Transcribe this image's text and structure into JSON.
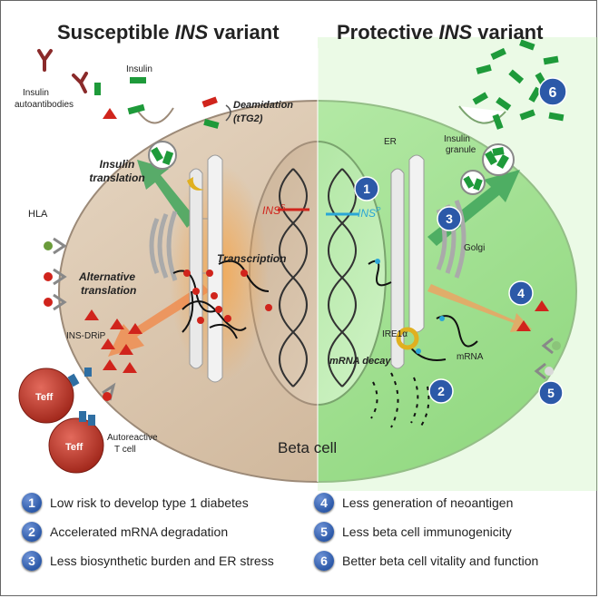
{
  "titles": {
    "left_prefix": "Susceptible ",
    "left_gene": "INS",
    "left_suffix": " variant",
    "right_prefix": "Protective ",
    "right_gene": "INS",
    "right_suffix": " variant"
  },
  "labels": {
    "insulin": "Insulin",
    "insulin_autoantibodies_1": "Insulin",
    "insulin_autoantibodies_2": "autoantibodies",
    "deamidation_1": "Deamidation",
    "deamidation_2": "(tTG2)",
    "insulin_translation_1": "Insulin",
    "insulin_translation_2": "translation",
    "hla": "HLA",
    "alternative_translation_1": "Alternative",
    "alternative_translation_2": "translation",
    "transcription": "Transcription",
    "ins_s": "INS",
    "ins_s_sup": "S",
    "ins_p": "INS",
    "ins_p_sup": "P",
    "ins_drip": "INS-DRiP",
    "teff": "Teff",
    "autoreactive_1": "Autoreactive",
    "autoreactive_2": "T cell",
    "beta_cell": "Beta cell",
    "er": "ER",
    "insulin_granule_1": "Insulin",
    "insulin_granule_2": "granule",
    "golgi": "Golgi",
    "ire1a": "IRE1α",
    "mrna": "mRNA",
    "mrna_decay": "mRNA decay"
  },
  "markers": [
    "1",
    "2",
    "3",
    "4",
    "5",
    "6"
  ],
  "legend": [
    {
      "num": "1",
      "text": "Low risk to develop type 1 diabetes"
    },
    {
      "num": "4",
      "text": "Less generation of neoantigen"
    },
    {
      "num": "2",
      "text": "Accelerated  mRNA degradation"
    },
    {
      "num": "5",
      "text": "Less beta cell immunogenicity"
    },
    {
      "num": "3",
      "text": "Less biosynthetic burden and ER stress"
    },
    {
      "num": "6",
      "text": "Better beta cell vitality and function"
    }
  ],
  "colors": {
    "left_cell": "#d9c4ac",
    "right_cell": "#8fd680",
    "marker": "#2c59a8",
    "insulin_green": "#1e9a3a",
    "antigen_red": "#d0241c",
    "teff": "#c0392b"
  }
}
